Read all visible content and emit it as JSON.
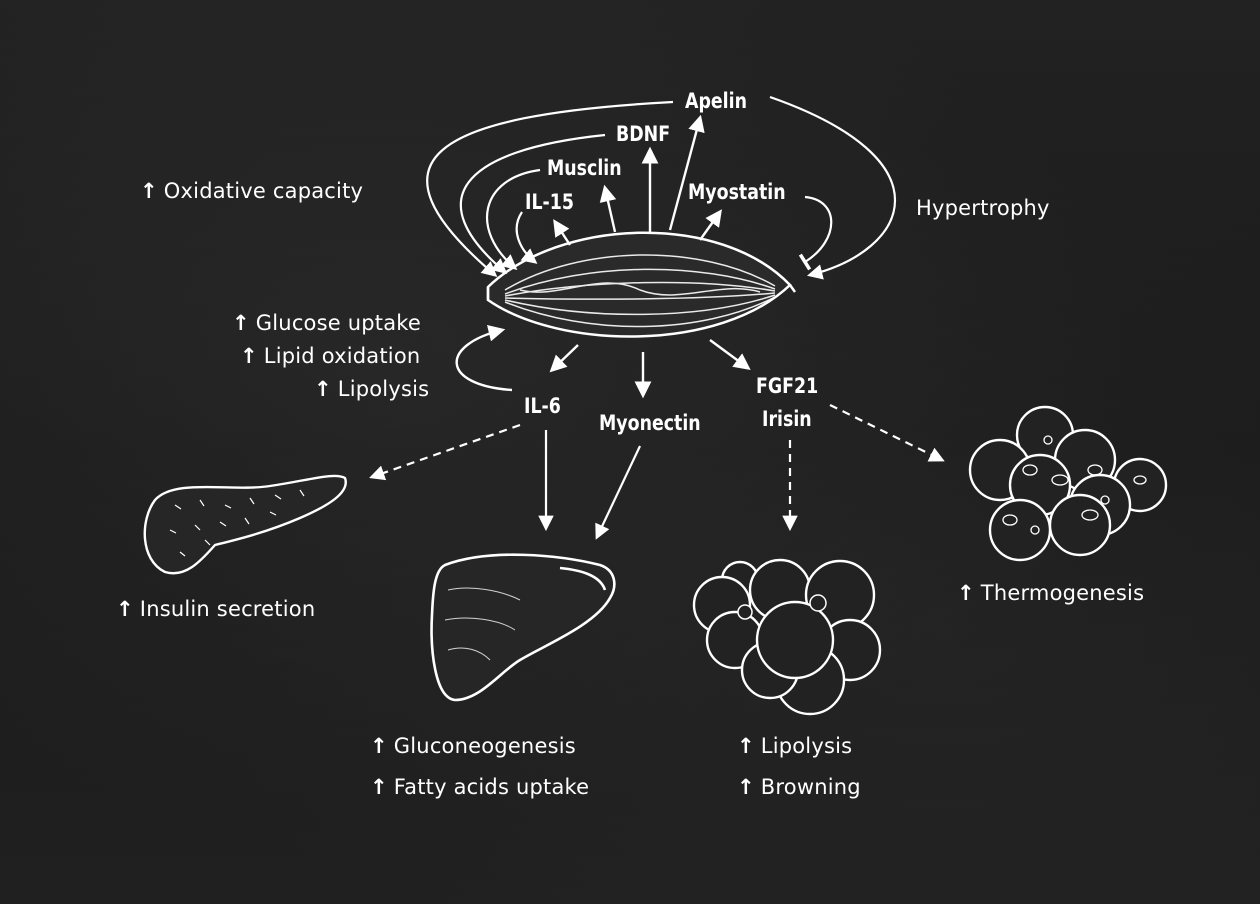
{
  "inputs": {
    "apelin": "Apelin",
    "bdnf": "BDNF",
    "musclin": "Musclin",
    "il15": "IL-15",
    "myostatin": "Myostatin"
  },
  "effects_muscle": {
    "oxidative_capacity": "Oxidative capacity",
    "hypertrophy": "Hypertrophy",
    "glucose_uptake": "Glucose uptake",
    "lipid_oxidation": "Lipid oxidation",
    "lipolysis": "Lipolysis"
  },
  "outputs": {
    "il6": "IL-6",
    "myonectin": "Myonectin",
    "fgf21": "FGF21",
    "irisin": "Irisin"
  },
  "organ_effects": {
    "insulin_secretion": "Insulin secretion",
    "gluconeogenesis": "Gluconeogenesis",
    "fatty_acids_uptake": "Fatty acids uptake",
    "lipolysis": "Lipolysis",
    "browning": "Browning",
    "thermogenesis": "Thermogenesis"
  },
  "symbols": {
    "up_arrow": "↑"
  },
  "colors": {
    "chalk": "#ffffff",
    "board": "#1c1c1c"
  }
}
